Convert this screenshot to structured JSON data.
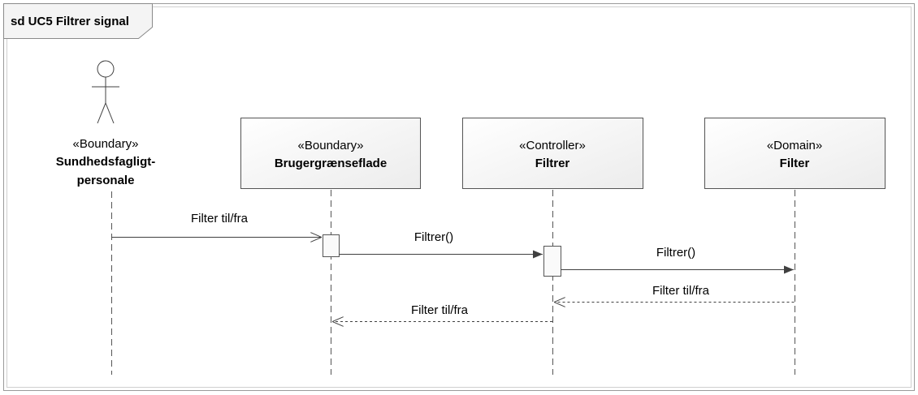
{
  "frame": {
    "title": "sd UC5 Filtrer signal"
  },
  "lifelines": [
    {
      "id": "actor",
      "kind": "actor",
      "stereotype": "«Boundary»",
      "name_lines": [
        "Sundhedsfagligt-",
        "personale"
      ]
    },
    {
      "id": "ui",
      "kind": "box",
      "stereotype": "«Boundary»",
      "name": "Brugergrænseflade"
    },
    {
      "id": "ctrl",
      "kind": "box",
      "stereotype": "«Controller»",
      "name": "Filtrer"
    },
    {
      "id": "domain",
      "kind": "box",
      "stereotype": "«Domain»",
      "name": "Filter"
    }
  ],
  "messages": [
    {
      "label": "Filter til/fra",
      "from": "actor",
      "to": "ui",
      "style": "async"
    },
    {
      "label": "Filtrer()",
      "from": "ui",
      "to": "ctrl",
      "style": "sync"
    },
    {
      "label": "Filtrer()",
      "from": "ctrl",
      "to": "domain",
      "style": "sync"
    },
    {
      "label": "Filter til/fra",
      "from": "domain",
      "to": "ctrl",
      "style": "return"
    },
    {
      "label": "Filter til/fra",
      "from": "ctrl",
      "to": "ui",
      "style": "return"
    }
  ]
}
